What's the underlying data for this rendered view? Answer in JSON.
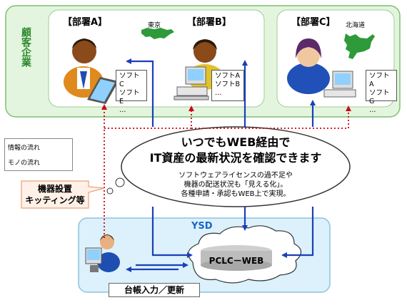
{
  "customer": {
    "label": "顧客企業",
    "departments": [
      {
        "name": "【部署A】",
        "software": [
          "ソフトC",
          "ソフトE",
          "…"
        ]
      },
      {
        "name": "【部署B】",
        "software": [
          "ソフトA",
          "ソフトB",
          "…"
        ]
      },
      {
        "name": "【部署C】",
        "software": [
          "ソフトA",
          "ソフトG",
          "…"
        ]
      }
    ],
    "regions": {
      "tokyo": "東京",
      "hokkaido": "北海道"
    }
  },
  "legend": {
    "info_flow": "情報の流れ",
    "goods_flow": "モノの流れ"
  },
  "callout": {
    "line1": "機器設置",
    "line2": "キッティング等"
  },
  "center_bubble": {
    "title1": "いつでもWEB経由で",
    "title2": "IT資産の最新状況を確認できます",
    "desc1": "ソフトウェアライセンスの過不足や",
    "desc2": "機器の配送状況も「見える化」。",
    "desc3": "各種申請・承認もWEB上で実現。"
  },
  "ysd": {
    "label": "YSD",
    "system": "PCLC－WEB",
    "footer": "台帳入力／更新"
  },
  "colors": {
    "customer_bg": "#e3f5df",
    "customer_border": "#7fbf6f",
    "ysd_bg": "#dcf1fb",
    "ysd_border": "#8fc3dc",
    "info_arrow": "#1a3fb8",
    "goods_arrow": "#d0021b",
    "map_green": "#2e9a3a",
    "customer_label": "#2e8a2e",
    "ysd_label": "#1a66c8"
  }
}
